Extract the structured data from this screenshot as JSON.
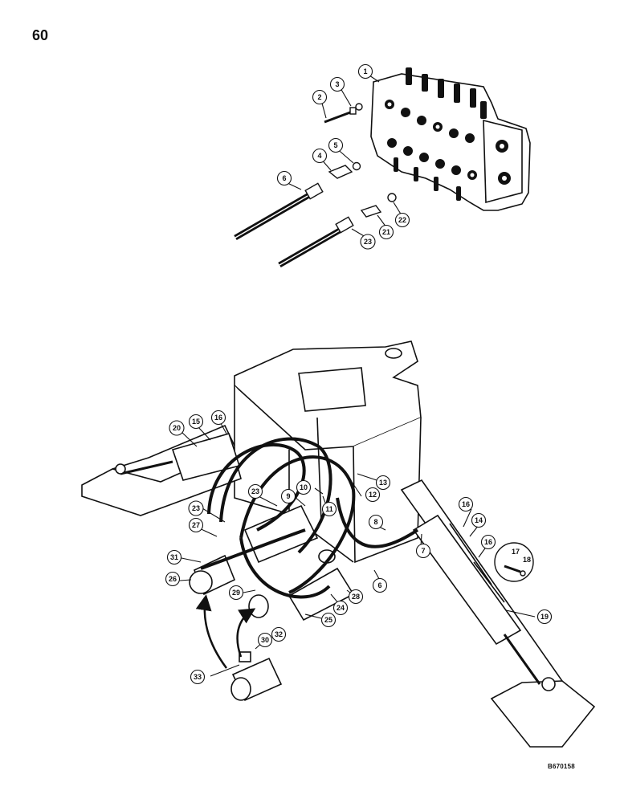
{
  "page_number": "60",
  "drawing_number": "B670158",
  "callouts": {
    "c1": "1",
    "c2": "2",
    "c3": "3",
    "c4": "4",
    "c5": "5",
    "c6": "6",
    "c6b": "6",
    "c7": "7",
    "c8": "8",
    "c9": "9",
    "c10": "10",
    "c11": "11",
    "c12": "12",
    "c13": "13",
    "c14": "14",
    "c15": "15",
    "c16a": "16",
    "c16b": "16",
    "c16c": "16",
    "c17": "17",
    "c18": "18",
    "c19": "19",
    "c20": "20",
    "c21": "21",
    "c22": "22",
    "c23a": "23",
    "c23b": "23",
    "c23c": "23",
    "c24": "24",
    "c25": "25",
    "c26": "26",
    "c27": "27",
    "c28": "28",
    "c29": "29",
    "c30": "30",
    "c31": "31",
    "c32": "32",
    "c33": "33"
  }
}
